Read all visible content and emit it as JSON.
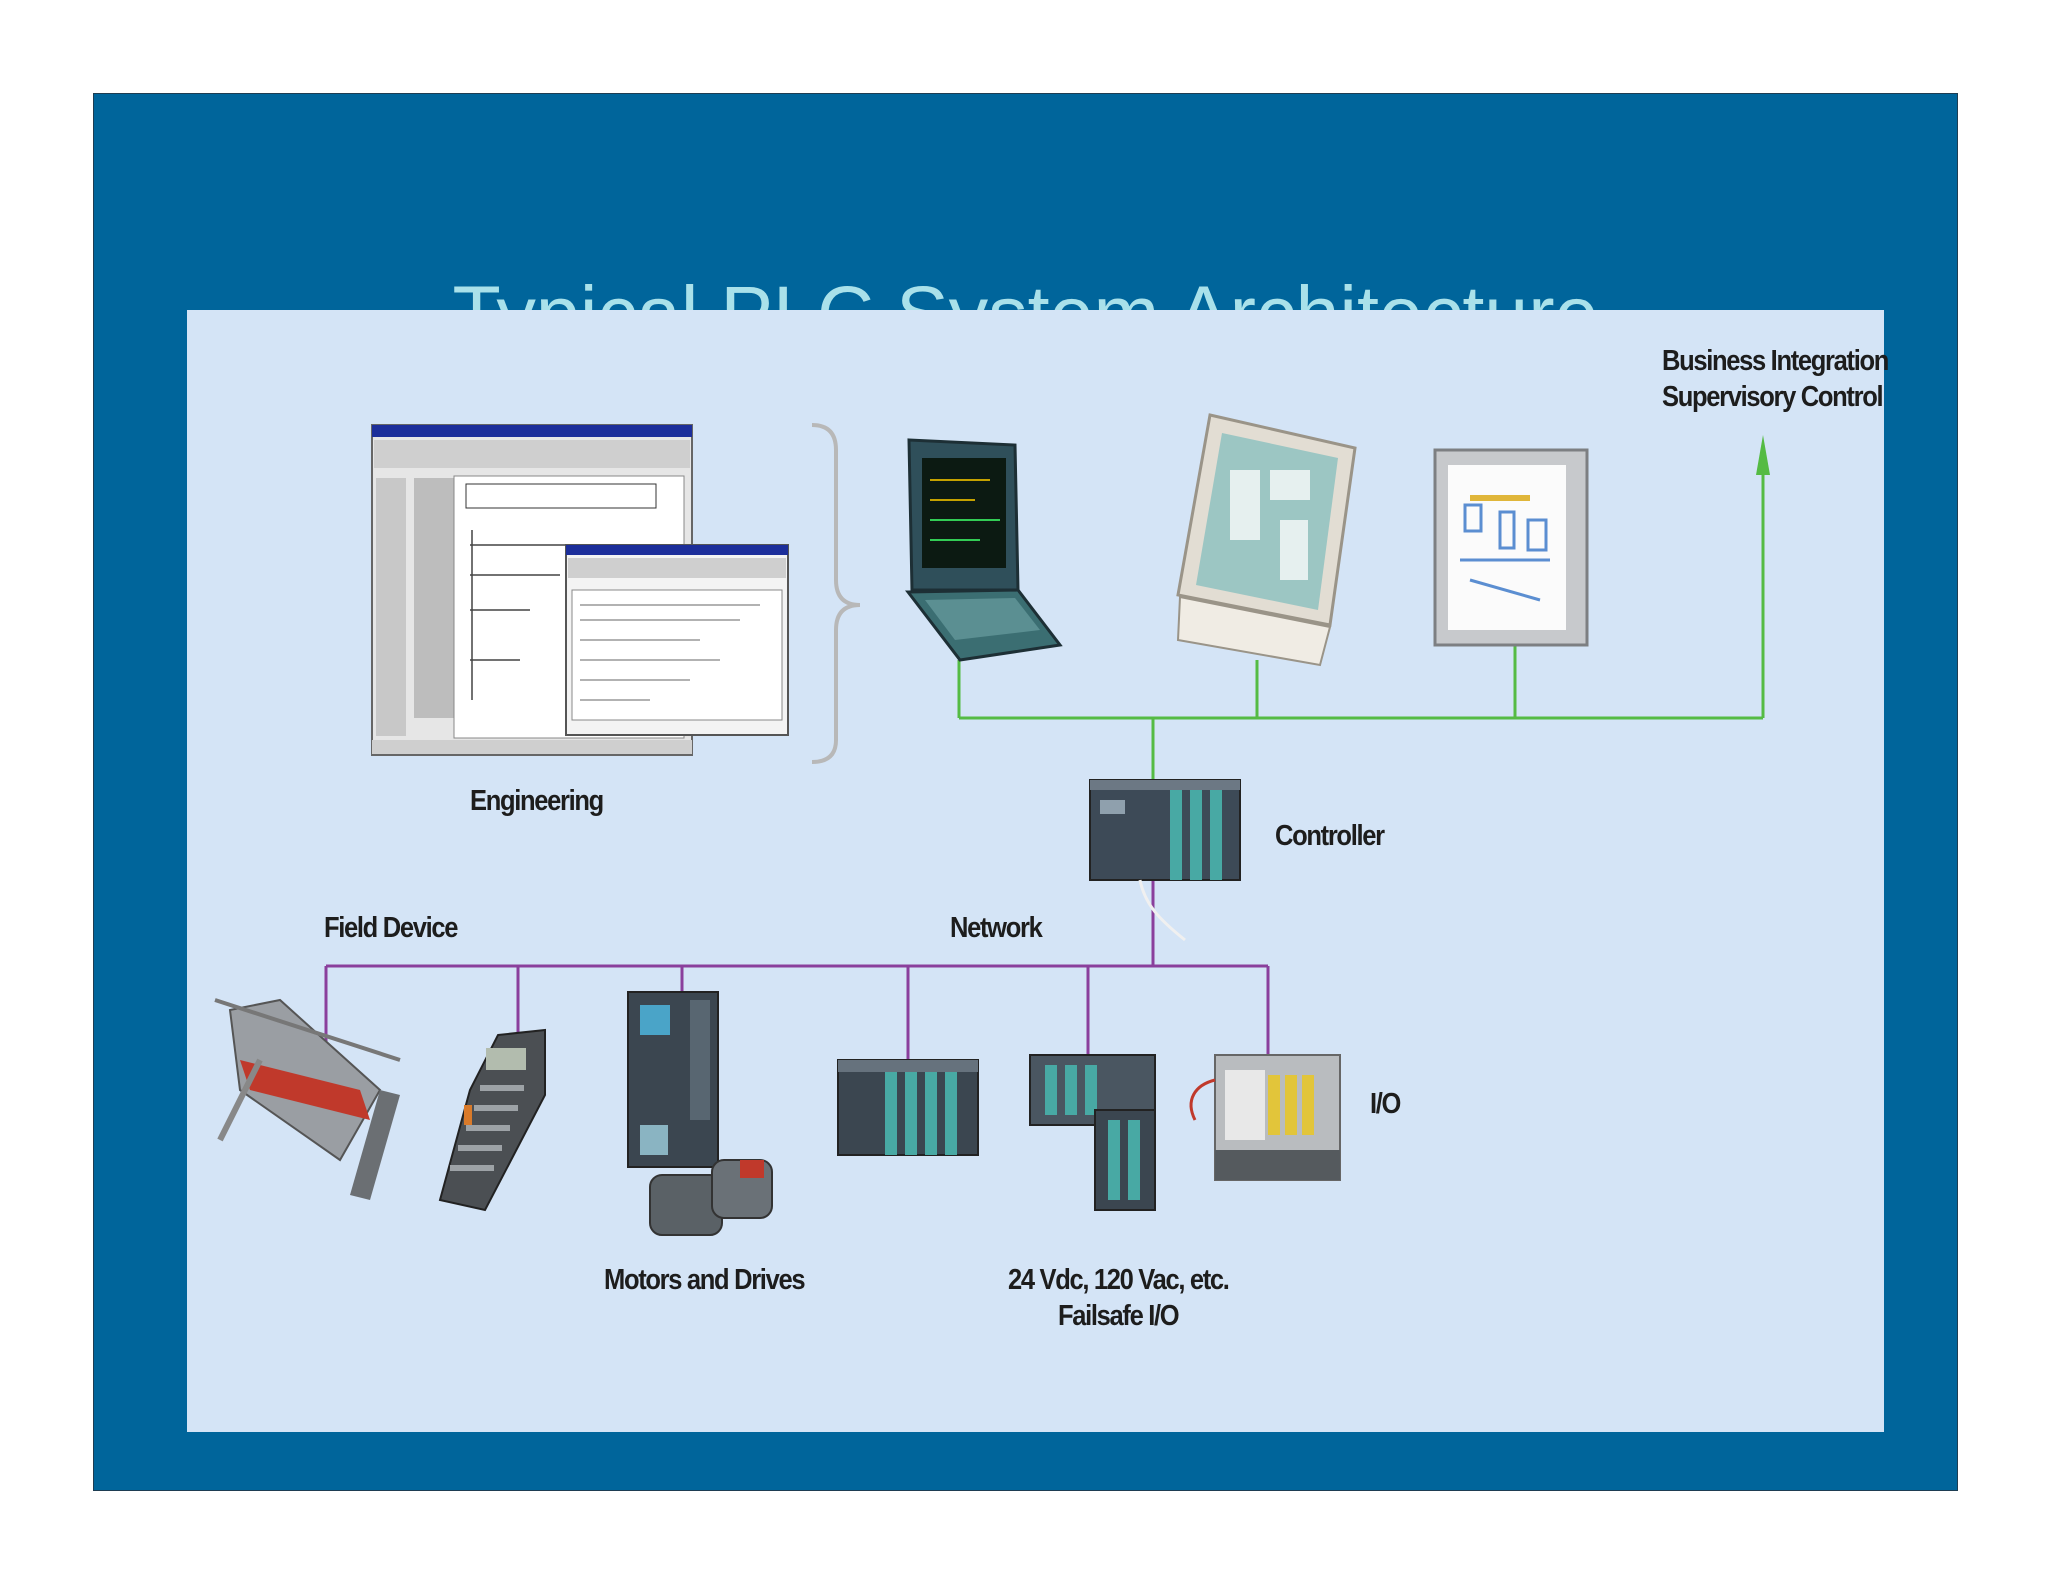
{
  "title": "Typical PLC System Architecture",
  "labels": {
    "business_line1": "Business Integration",
    "business_line2": "Supervisory Control",
    "engineering": "Engineering",
    "controller": "Controller",
    "field_device": "Field Device",
    "network": "Network",
    "io": "I/O",
    "motors_drives": "Motors and Drives",
    "power_line1": "24 Vdc, 120 Vac, etc.",
    "power_line2": "Failsafe I/O"
  },
  "colors": {
    "slide_background": "#00659b",
    "panel_background": "#d4e4f6",
    "title_text": "#a9e1ea",
    "supervisory_network": "#55bb44",
    "field_network": "#8a3f9c"
  },
  "icons": [
    "engineering-software-screenshot-icon",
    "laptop-icon",
    "touch-panel-icon",
    "hmi-panel-icon",
    "plc-controller-icon",
    "conveyor-sensor-icon",
    "handheld-terminal-icon",
    "drive-and-motors-icon",
    "io-rack-icon",
    "distributed-io-icon",
    "io-terminal-block-icon"
  ]
}
